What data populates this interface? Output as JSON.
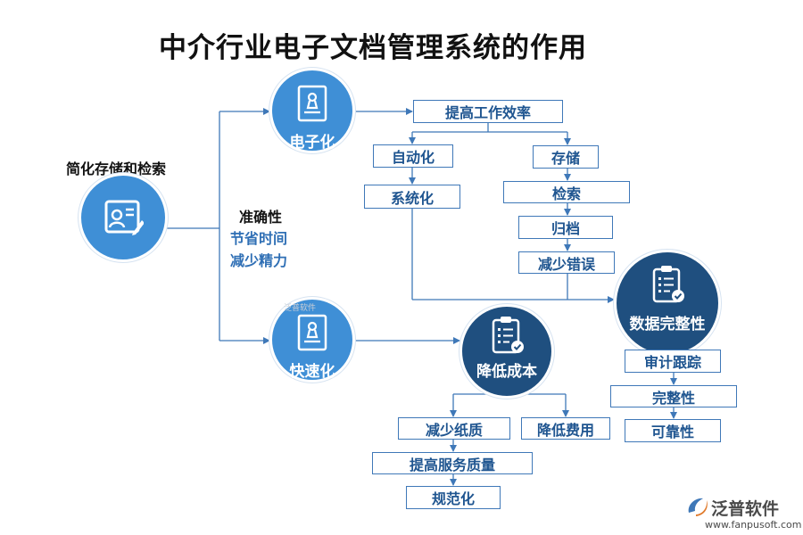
{
  "title": "中介行业电子文档管理系统的作用",
  "left": {
    "label_top": "简化存储和检索",
    "label_accuracy": "准确性",
    "label_time": "节省时间",
    "label_energy": "减少精力"
  },
  "nodes": {
    "electronic": "电子化",
    "fast": "快速化",
    "improve_efficiency": "提高工作效率",
    "automation": "自动化",
    "systematization": "系统化",
    "storage": "存储",
    "retrieval": "检索",
    "archive": "归档",
    "reduce_errors": "减少错误",
    "data_integrity": "数据完整性",
    "audit_tracking": "审计跟踪",
    "completeness": "完整性",
    "reliability": "可靠性",
    "reduce_cost": "降低成本",
    "reduce_paper": "减少纸质",
    "reduce_expense": "降低费用",
    "service_quality": "提高服务质量",
    "standardization": "规范化"
  },
  "watermark": {
    "brand": "泛普软件",
    "url": "www.fanpusoft.com",
    "faint": "泛普软件"
  },
  "colors": {
    "accent_light": "#3f8fd6",
    "accent_dark": "#1f4f7f",
    "box_border": "#3f78b8",
    "box_text": "#1f5590",
    "line": "#3f78b8"
  },
  "icons": [
    "document-person-icon",
    "document-stamp-icon",
    "clipboard-check-icon",
    "fanpu-logo-icon"
  ]
}
